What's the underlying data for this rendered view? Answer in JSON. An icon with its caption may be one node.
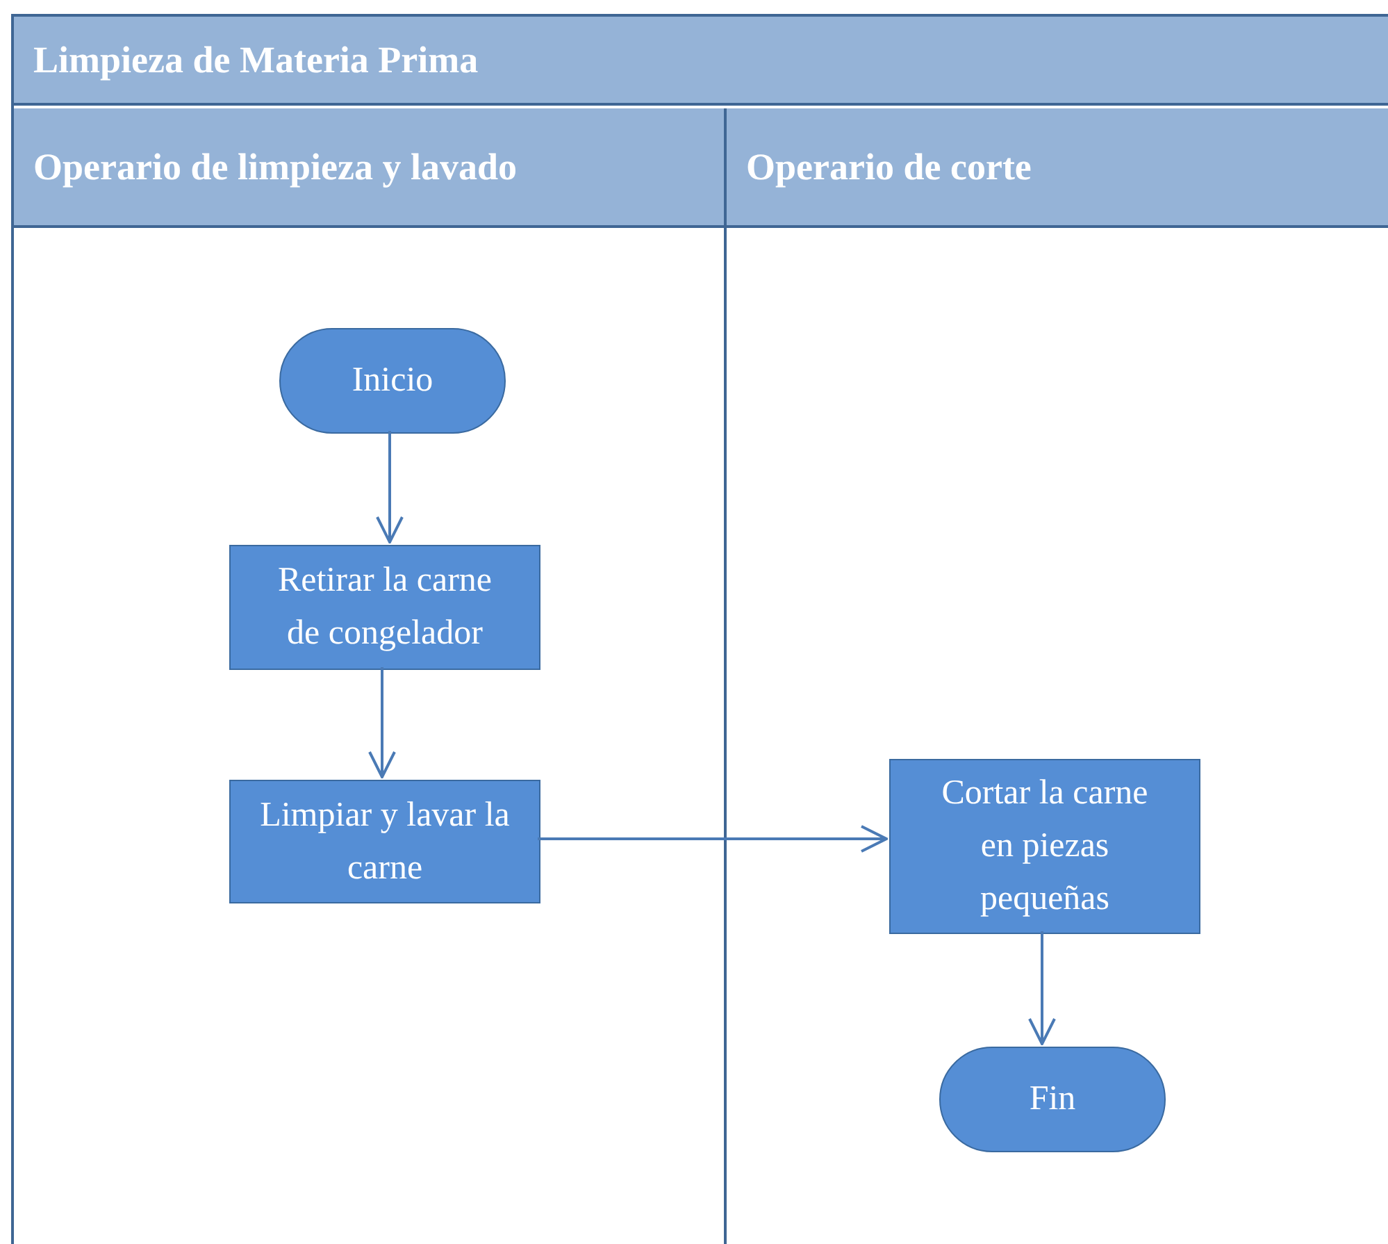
{
  "diagram": {
    "nodes": [
      {
        "text": [
          "Limpieza de Materia Prima"
        ]
      },
      {
        "text": [
          "Operario de limpieza y lavado"
        ],
        "in": 0
      },
      {
        "text": [
          "Operario de corte"
        ],
        "in": 0
      },
      {
        "text": [
          "Inicio"
        ],
        "in": 1
      },
      {
        "text": [
          "Retirar la carne de congelador"
        ],
        "in": 1
      },
      {
        "text": [
          "Limpiar y lavar la carne"
        ],
        "in": 1
      },
      {
        "text": [
          "Cortar la carne en piezas pequeñas"
        ],
        "in": 2
      },
      {
        "text": [
          "Fin"
        ],
        "in": 2
      }
    ],
    "edges": [
      {
        "from": 3,
        "to": 4,
        "arrow": "to"
      },
      {
        "from": 4,
        "to": 5,
        "arrow": "to"
      },
      {
        "from": 5,
        "to": 6,
        "arrow": "to"
      },
      {
        "from": 6,
        "to": 7,
        "arrow": "to"
      }
    ]
  }
}
